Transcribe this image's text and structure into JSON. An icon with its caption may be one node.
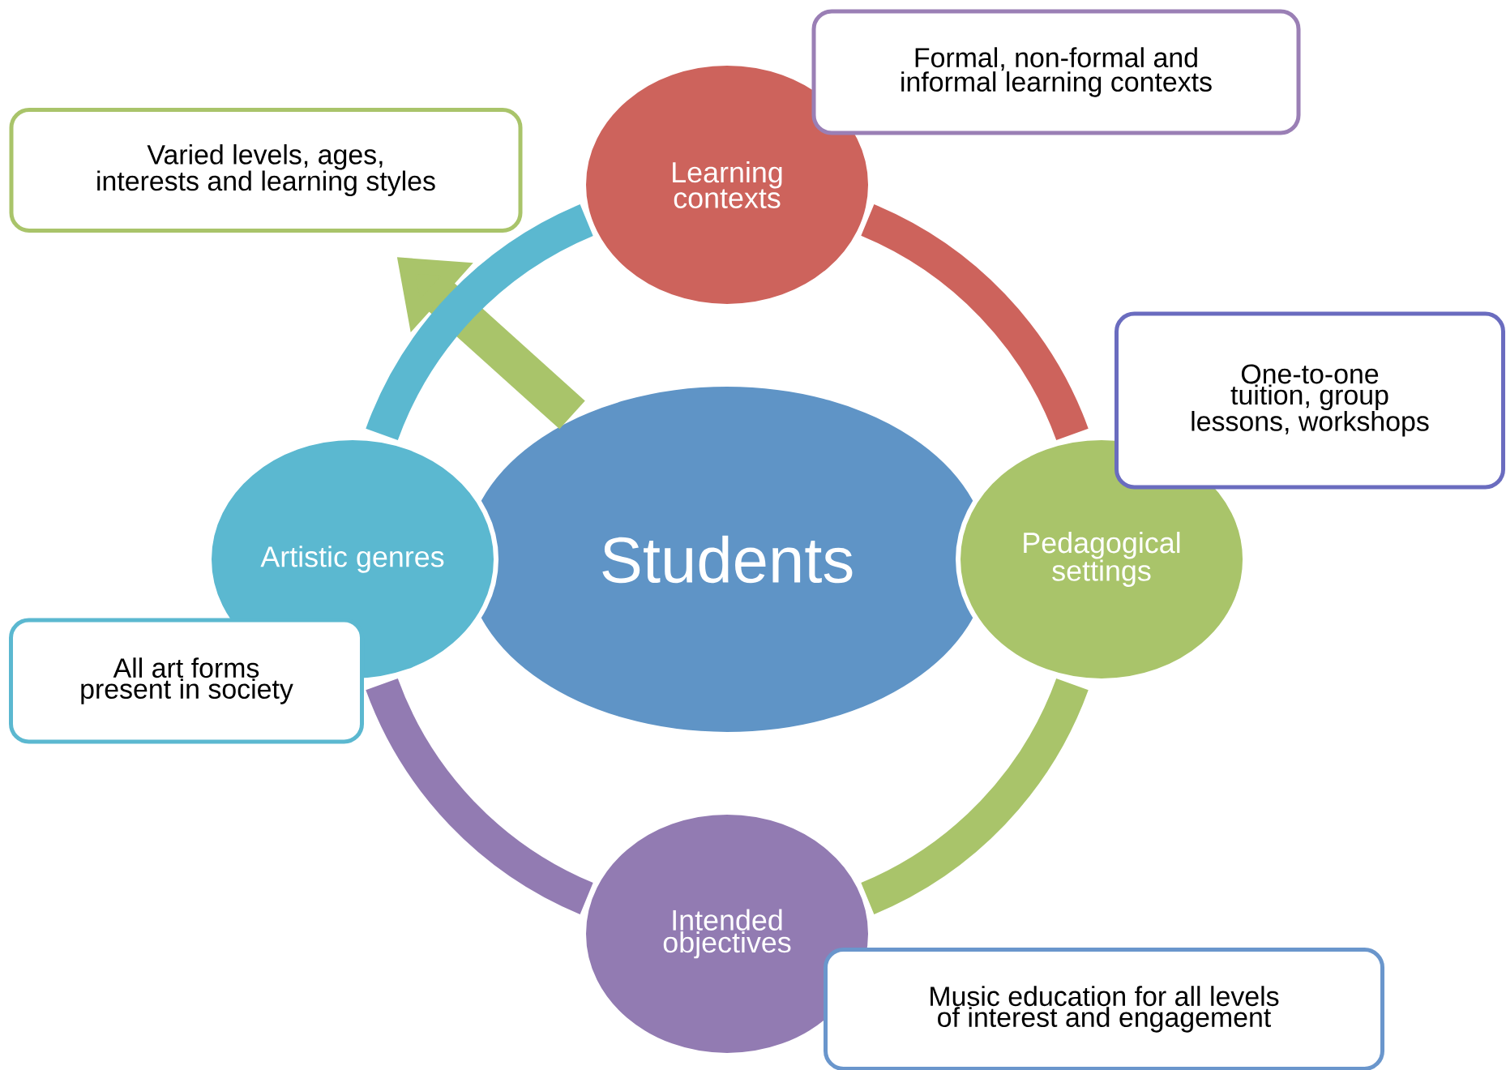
{
  "diagram": {
    "nodes": [
      {
        "text": [
          "Students"
        ]
      },
      {
        "text": [
          "Learning contexts"
        ]
      },
      {
        "text": [
          "Pedagogical settings"
        ]
      },
      {
        "text": [
          "Intended objectives"
        ]
      },
      {
        "text": [
          "Artistic genres"
        ]
      },
      {
        "text": [
          "Formal, non-formal and informal learning contexts"
        ]
      },
      {
        "text": [
          "Varied levels, ages, interests and learning styles"
        ]
      },
      {
        "text": [
          "One-to-one tuition, group lessons, workshops"
        ]
      },
      {
        "text": [
          "All art forms present in society"
        ]
      },
      {
        "text": [
          "Music education for all levels of interest and engagement"
        ]
      }
    ],
    "edges": [
      {
        "from": 1,
        "to": 2,
        "arrow": "none",
        "color": "#cd635c"
      },
      {
        "from": 2,
        "to": 3,
        "arrow": "none",
        "color": "#a9c46a"
      },
      {
        "from": 3,
        "to": 4,
        "arrow": "none",
        "color": "#927bb2"
      },
      {
        "from": 4,
        "to": 1,
        "arrow": "none",
        "color": "#5bb8d0"
      },
      {
        "from": 0,
        "to": 6,
        "arrow": "to",
        "color": "#a9c46a"
      }
    ]
  }
}
